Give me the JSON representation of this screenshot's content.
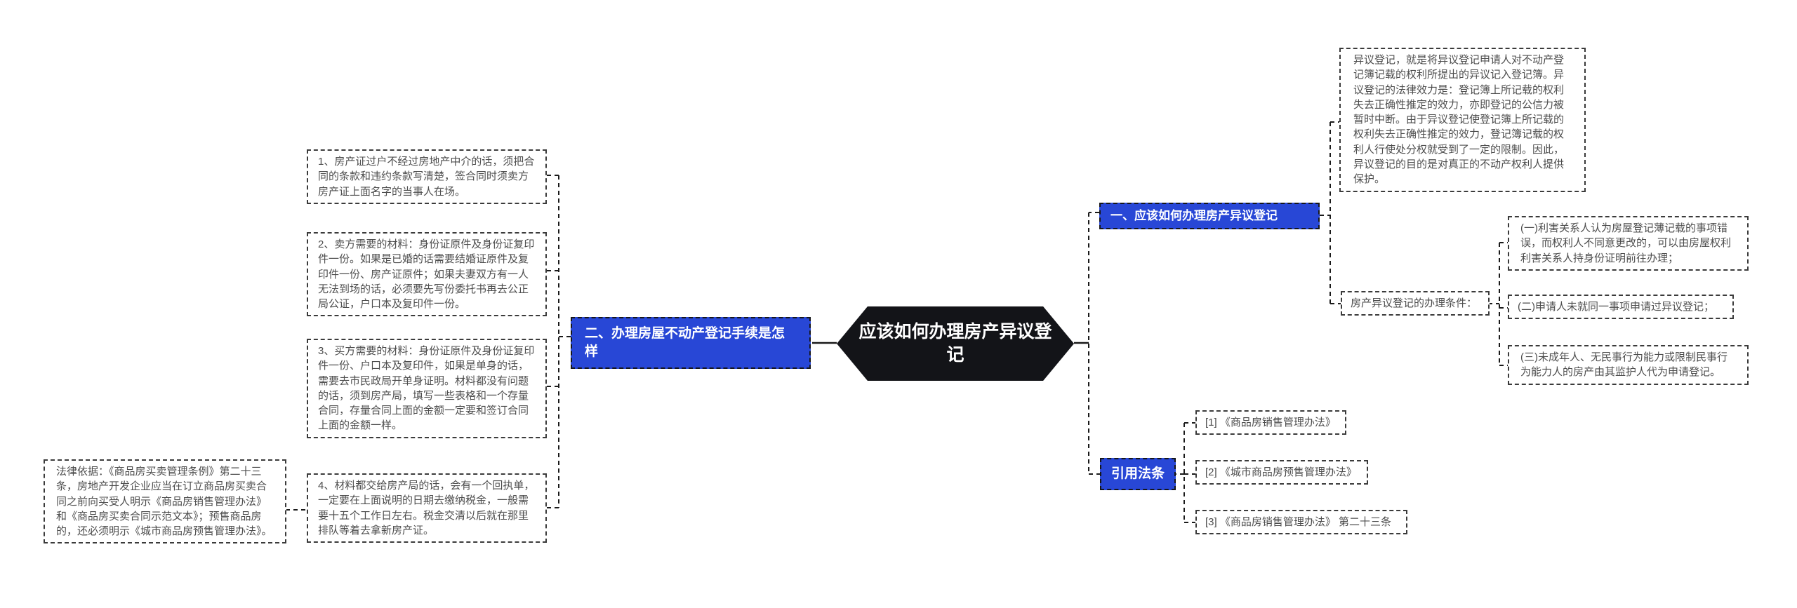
{
  "colors": {
    "accent_blue": "#2847d6",
    "center_node_black": "#131418",
    "box_border_gray": "#3b3b3b",
    "box_text_gray": "#4d4d4d",
    "connector_black": "#1a1a1a"
  },
  "center": {
    "title": "应该如何办理房产异议登记"
  },
  "left_branch": {
    "label": "二、办理房屋不动产登记手续是怎样",
    "steps": [
      "1、房产证过户不经过房地产中介的话，须把合同的条款和违约条款写清楚，签合同时须卖方房产证上面名字的当事人在场。",
      "2、卖方需要的材料：身份证原件及身份证复印件一份。如果是已婚的话需要结婚证原件及复印件一份、房产证原件；如果夫妻双方有一人无法到场的话，必须要先写份委托书再去公正局公证，户口本及复印件一份。",
      "3、买方需要的材料：身份证原件及身份证复印件一份、户口本及复印件，如果是单身的话，需要去市民政局开单身证明。材料都没有问题的话，须到房产局，填写一些表格和一个存量合同，存量合同上面的金额一定要和签订合同上面的金额一样。",
      "4、材料都交给房产局的话，会有一个回执单，一定要在上面说明的日期去缴纳税金，一般需要十五个工作日左右。税金交清以后就在那里排队等着去拿新房产证。"
    ],
    "legal_basis": "法律依据：《商品房买卖管理条例》第二十三条，房地产开发企业应当在订立商品房买卖合同之前向买受人明示《商品房销售管理办法》和《商品房买卖合同示范文本》；预售商品房的，还必须明示《城市商品房预售管理办法》。"
  },
  "right_branch": {
    "label": "一、应该如何办理房产异议登记",
    "definition": "异议登记，就是将异议登记申请人对不动产登记簿记载的权利所提出的异议记入登记簿。异议登记的法律效力是：登记簿上所记载的权利失去正确性推定的效力，亦即登记的公信力被暂时中断。由于异议登记使登记簿上所记载的权利失去正确性推定的效力，登记簿记载的权利人行使处分权就受到了一定的限制。因此，异议登记的目的是对真正的不动产权利人提供保护。",
    "conditions_label": "房产异议登记的办理条件：",
    "conditions": [
      "(一)利害关系人认为房屋登记薄记载的事项错误，而权利人不同意更改的，可以由房屋权利利害关系人持身份证明前往办理；",
      "(二)申请人未就同一事项申请过异议登记；",
      "(三)未成年人、无民事行为能力或限制民事行为能力人的房产由其监护人代为申请登记。"
    ]
  },
  "citations": {
    "label": "引用法条",
    "items": [
      "[1] 《商品房销售管理办法》",
      "[2] 《城市商品房预售管理办法》",
      "[3] 《商品房销售管理办法》 第二十三条"
    ]
  }
}
